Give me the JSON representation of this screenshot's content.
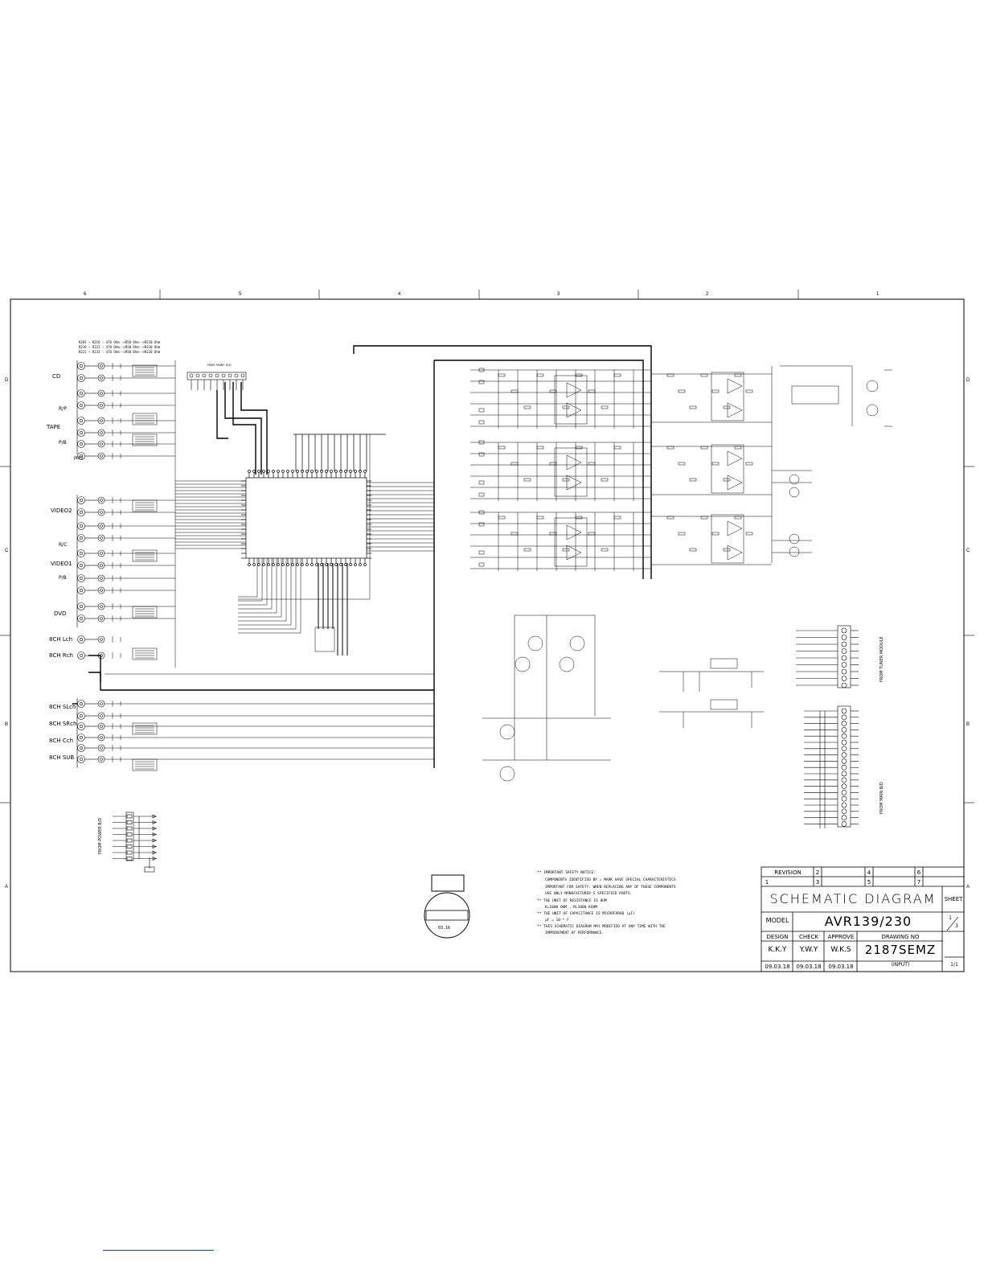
{
  "zones": {
    "columns": [
      "6",
      "5",
      "4",
      "3",
      "2",
      "1"
    ],
    "rows": [
      "D",
      "C",
      "B",
      "A"
    ]
  },
  "resistor_note": [
    "R201 ~ R216 : 470 Ohm-->R50 Ohm-->R220 Ohm",
    "R219 ~ R223 : 470 Ohm-->R50 Ohm-->R220 Ohm",
    "R222 ~ R233 : 470 Ohm-->R50 Ohm-->R220 Ohm"
  ],
  "inputs": {
    "cd": "CD",
    "tape": "TAPE",
    "rp": "R/P",
    "pb": "P/B",
    "jack": "JK43",
    "video2": "VIDEO2",
    "rc": "R/C",
    "video1": "VIDEO1",
    "pb2": "P/B",
    "dvd": "DVD",
    "ch8_lch": "8CH Lch",
    "ch8_rch": "8CH Rch",
    "ch8_slch": "8CH SLch",
    "ch8_srch": "8CH SRch",
    "ch8_cch": "8CH Cch",
    "ch8_sub": "8CH SUB"
  },
  "connectors": {
    "from_front": "FROM FRONT B/D",
    "from_tuner": "FROM TUNER MODULE",
    "from_main": "FROM MAIN B/D",
    "from_power": "FROM POWER B/D"
  },
  "stamp_date": "03.16",
  "notes": [
    "** IMPORTANT SAFETY NOTICE:",
    "COMPONENTS IDENTIFIED BY ⚠ MARK HAVE SPECIAL CHARACTERISTICS",
    "IMPORTANT FOR SAFETY. WHEN REPLACING ANY OF THESE COMPONENTS",
    "USE ONLY MANUFACTURER'S SPECIFIED PARTS.",
    "** THE UNIT OF RESISTANCE IS OHM",
    "K=1000 OHM , M=1000 KOHM",
    "** THE UNIT OF CAPACITANCE IS MICROFARAD (µF)",
    "µF = 10⁻⁶ F",
    "** THIS SCHEMATIC DIAGRAM MAY MODIFIED AT ANY TIME WITH THE",
    "IMPROVEMENT OF PERFORMANCE."
  ],
  "title_block": {
    "revision_label": "REVISION",
    "revision_nums": [
      "1",
      "2",
      "3",
      "4",
      "5",
      "6",
      "7"
    ],
    "title": "SCHEMATIC DIAGRAM",
    "sheet_label": "SHEET",
    "model_label": "MODEL",
    "model": "AVR139/230",
    "sheet_num": "1",
    "sheet_total": "3",
    "design_label": "DESIGN",
    "check_label": "CHECK",
    "approve_label": "APPROVE",
    "drawing_no_label": "DRAWING NO",
    "design": "K.K.Y",
    "check": "Y.W.Y",
    "approve": "W.K.S",
    "drawing_no": "2187SEMZ",
    "drawing_sub": "(INPUT)",
    "design_date": "09.03.18",
    "check_date": "09.03.18",
    "approve_date": "09.03.18",
    "page_frac": "1/1"
  }
}
